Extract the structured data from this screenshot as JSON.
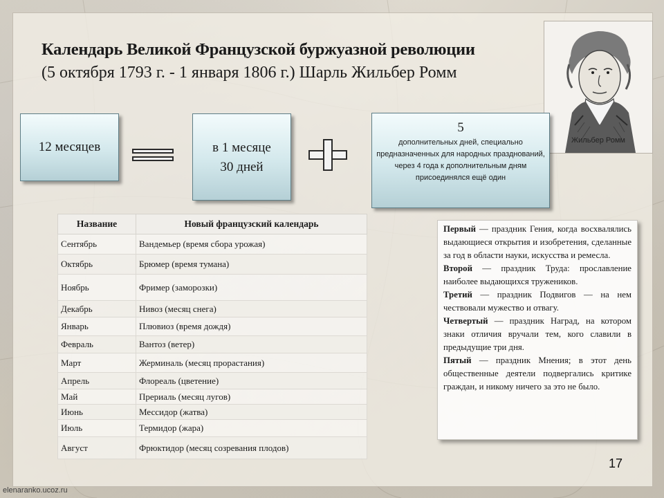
{
  "slide": {
    "title": "Календарь Великой Французской буржуазной революции",
    "subtitle": "(5 октября 1793 г. - 1 января 1806 г.) Шарль Жильбер Ромм",
    "portrait_caption": "Жильбер Ромм",
    "page_number": "17",
    "footer": "elenaranko.ucoz.ru"
  },
  "boxes": {
    "months": "12 месяцев",
    "per_month_line1": "в 1 месяце",
    "per_month_line2": "30 дней",
    "extra_number": "5",
    "extra_text": "дополнительных дней, специально предназначенных для народных празднований, через 4 года к дополнительным дням присоединялся ещё один"
  },
  "table": {
    "headers": [
      "Название",
      "Новый французский календарь"
    ],
    "rows": [
      [
        "Сентябрь",
        "Вандемьер (время сбора урожая)"
      ],
      [
        "Октябрь",
        "Брюмер (время тумана)"
      ],
      [
        "Ноябрь",
        "Фример (заморозки)"
      ],
      [
        "Декабрь",
        "Нивоз (месяц снега)"
      ],
      [
        "Январь",
        "Плювиоз (время дождя)"
      ],
      [
        "Февраль",
        "Вантоз (ветер)"
      ],
      [
        "Март",
        "Жерминаль (месяц прорастания)"
      ],
      [
        "Апрель",
        "Флореаль (цветение)"
      ],
      [
        "Май",
        "Прериаль (месяц лугов)"
      ],
      [
        "Июнь",
        "Мессидор (жатва)"
      ],
      [
        "Июль",
        "Термидор (жара)"
      ],
      [
        "Август",
        "Фрюктидор (месяц созревания плодов)"
      ]
    ]
  },
  "holidays": [
    {
      "day": "Первый",
      "text": " — праздник Гения, когда восхвалялись выдающиеся открытия и изобретения, сделанные за год в области науки, искусства и ремесла."
    },
    {
      "day": "Второй",
      "text": " — праздник Труда: прославление наиболее выдающихся тружеников."
    },
    {
      "day": "Третий",
      "text": " — праздник Подвигов — на нем чествовали мужество и отвагу."
    },
    {
      "day": "Четвертый",
      "text": " — праздник Наград, на котором знаки отличия вручали тем, кого славили в предыдущие три дня."
    },
    {
      "day": "Пятый",
      "text": " — праздник Мнения; в этот день общественные деятели подвергались критике граждан, и никому ничего за это не было."
    }
  ]
}
